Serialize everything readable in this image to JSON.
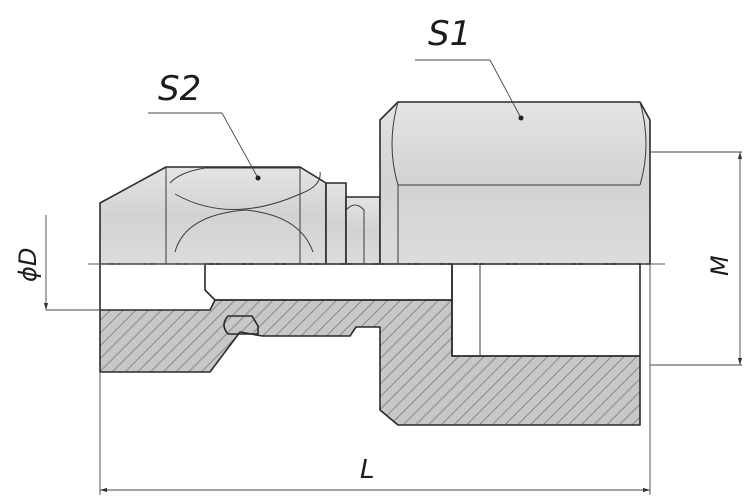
{
  "labels": {
    "s1": "S1",
    "s2": "S2",
    "diameter": "ϕD",
    "thread": "M",
    "length": "L"
  }
}
